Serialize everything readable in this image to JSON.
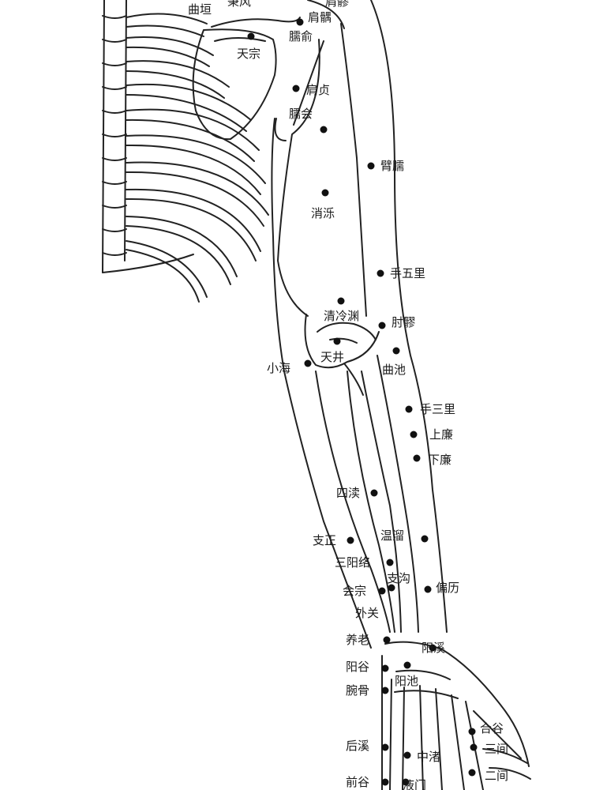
{
  "colors": {
    "line": "#222222",
    "point": "#111111",
    "background": "#ffffff"
  },
  "points": [
    {
      "id": "quyuan",
      "label": "曲垣"
    },
    {
      "id": "bingfeng",
      "label": "秉风"
    },
    {
      "id": "jianliao",
      "label": "肩髎"
    },
    {
      "id": "jianyu",
      "label": "肩髃"
    },
    {
      "id": "naoshu",
      "label": "臑俞"
    },
    {
      "id": "tianzong",
      "label": "天宗"
    },
    {
      "id": "jianzhen",
      "label": "肩贞"
    },
    {
      "id": "naohui",
      "label": "臑会"
    },
    {
      "id": "binao",
      "label": "臂臑"
    },
    {
      "id": "xiaoluo",
      "label": "消泺"
    },
    {
      "id": "shouwuli",
      "label": "手五里"
    },
    {
      "id": "qinglengyuan",
      "label": "清冷渊"
    },
    {
      "id": "zhouliao",
      "label": "肘髎"
    },
    {
      "id": "tianjing",
      "label": "天井"
    },
    {
      "id": "xiaohai",
      "label": "小海"
    },
    {
      "id": "quchi",
      "label": "曲池"
    },
    {
      "id": "shousanli",
      "label": "手三里"
    },
    {
      "id": "shanglian",
      "label": "上廉"
    },
    {
      "id": "xialian",
      "label": "下廉"
    },
    {
      "id": "sidu",
      "label": "四渎"
    },
    {
      "id": "zhizheng",
      "label": "支正"
    },
    {
      "id": "wenliu",
      "label": "温溜"
    },
    {
      "id": "sanyangluo",
      "label": "三阳络"
    },
    {
      "id": "zhigou",
      "label": "支沟"
    },
    {
      "id": "huizong",
      "label": "会宗"
    },
    {
      "id": "pianli",
      "label": "偏历"
    },
    {
      "id": "waiguan",
      "label": "外关"
    },
    {
      "id": "yanglao",
      "label": "养老"
    },
    {
      "id": "yangxi",
      "label": "阳溪"
    },
    {
      "id": "yanggu",
      "label": "阳谷"
    },
    {
      "id": "yangchi",
      "label": "阳池"
    },
    {
      "id": "wangu",
      "label": "腕骨"
    },
    {
      "id": "hegu",
      "label": "合谷"
    },
    {
      "id": "sanjian",
      "label": "三间"
    },
    {
      "id": "houxi",
      "label": "后溪"
    },
    {
      "id": "zhongzhu",
      "label": "中渚"
    },
    {
      "id": "erjian",
      "label": "二间"
    },
    {
      "id": "qiangu",
      "label": "前谷"
    },
    {
      "id": "yemen",
      "label": "液门"
    }
  ]
}
